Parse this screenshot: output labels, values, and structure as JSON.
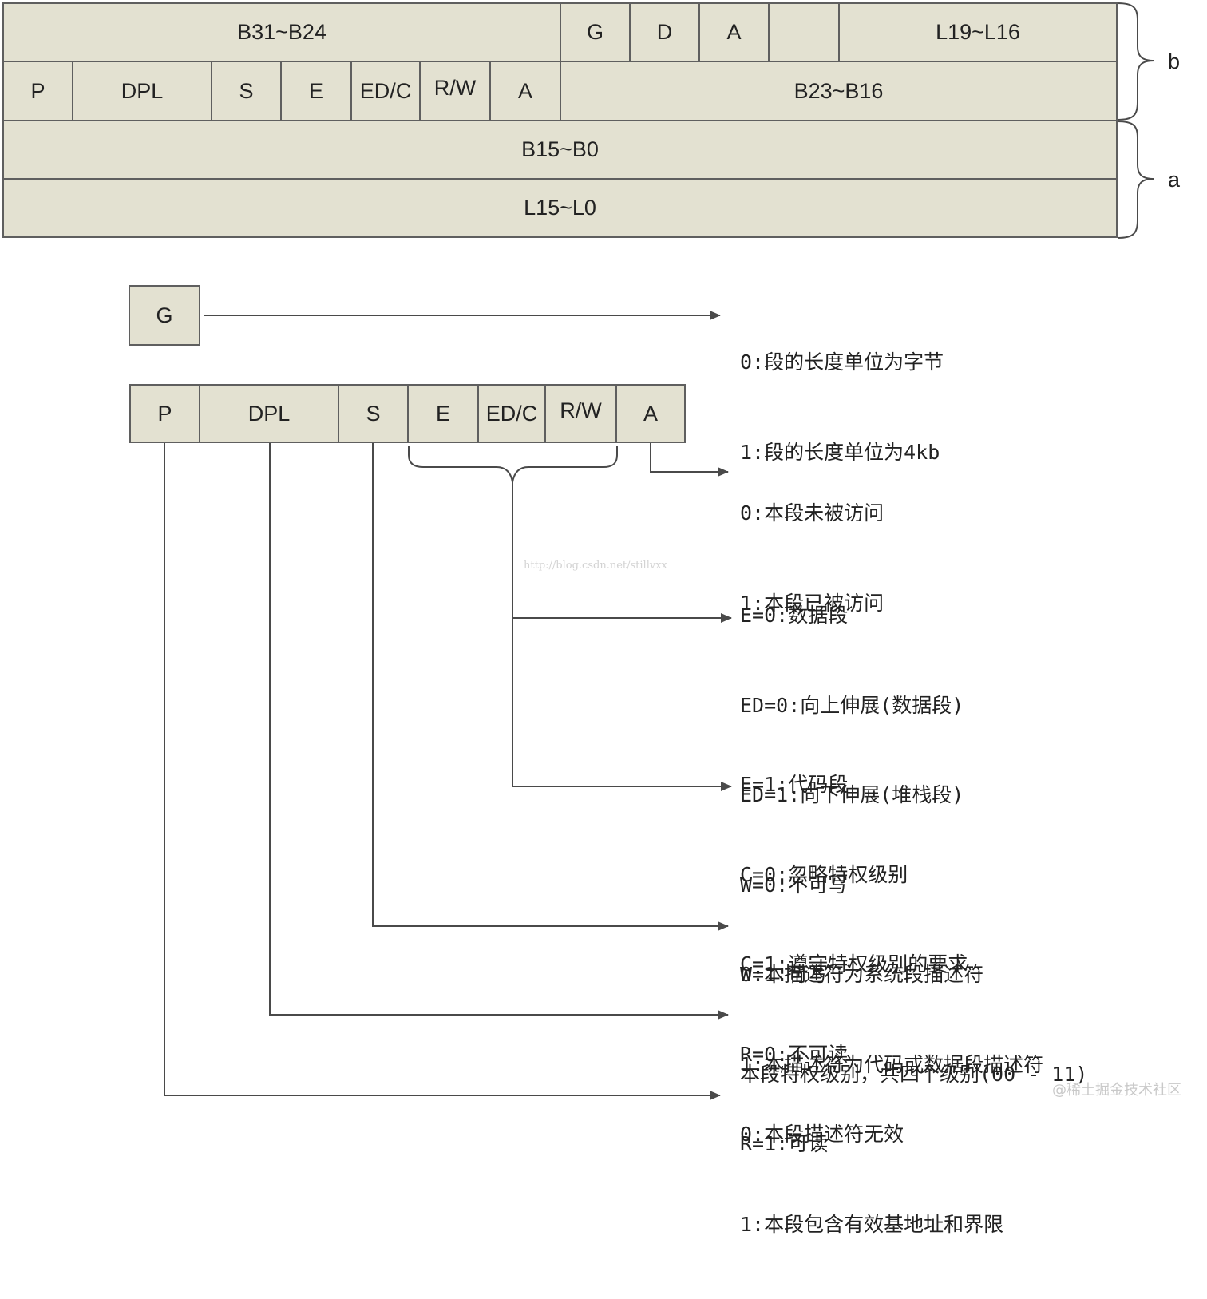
{
  "descriptor": {
    "row1": [
      {
        "id": "b31-b24",
        "label": "B31~B24"
      },
      {
        "id": "g",
        "label": "G"
      },
      {
        "id": "d",
        "label": "D"
      },
      {
        "id": "a",
        "label": "A"
      },
      {
        "id": "reserved",
        "label": ""
      },
      {
        "id": "l19-l16",
        "label": "L19~L16"
      }
    ],
    "row2": [
      {
        "id": "p",
        "label": "P"
      },
      {
        "id": "dpl",
        "label": "DPL"
      },
      {
        "id": "s",
        "label": "S"
      },
      {
        "id": "e",
        "label": "E"
      },
      {
        "id": "edc",
        "label": "ED/C"
      },
      {
        "id": "rw",
        "label": "R/W"
      },
      {
        "id": "a",
        "label": "A"
      },
      {
        "id": "b23-b16",
        "label": "B23~B16"
      }
    ],
    "row3": {
      "label": "B15~B0"
    },
    "row4": {
      "label": "L15~L0"
    },
    "brace_b": "b",
    "brace_a": "a"
  },
  "g_box": {
    "label": "G"
  },
  "flags": [
    {
      "id": "p",
      "label": "P"
    },
    {
      "id": "dpl",
      "label": "DPL"
    },
    {
      "id": "s",
      "label": "S"
    },
    {
      "id": "e",
      "label": "E"
    },
    {
      "id": "edc",
      "label": "ED/C"
    },
    {
      "id": "rw",
      "label": "R/W"
    },
    {
      "id": "a",
      "label": "A"
    }
  ],
  "notes": {
    "g": [
      "0:段的长度单位为字节",
      "1:段的长度单位为4kb"
    ],
    "a": [
      "0:本段未被访问",
      "1:本段已被访问"
    ],
    "data_segment": [
      "E=0:数据段",
      "ED=0:向上伸展(数据段)",
      "ED=1:向下伸展(堆栈段)",
      "W=0:不可写",
      "W=1:可写"
    ],
    "code_segment": [
      "E=1:代码段",
      "C=0:忽略特权级别",
      "C=1:遵守特权级别的要求",
      "R=0:不可读",
      "R=1:可读"
    ],
    "s": [
      "0:本描述符为系统段描述符",
      "1:本描述符为代码或数据段描述符"
    ],
    "dpl": [
      "本段特权级别，共四个级别(00 - 11)"
    ],
    "p": [
      "0:本段描述符无效",
      "1:本段包含有效基地址和界限"
    ]
  },
  "watermark": "http://blog.csdn.net/stillvxx",
  "footer_mark": "@稀土掘金技术社区"
}
